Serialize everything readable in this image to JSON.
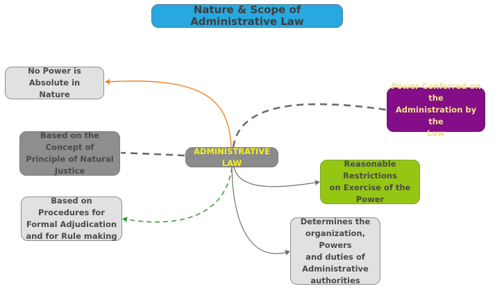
{
  "diagram": {
    "type": "mind-map",
    "title": "Nature & Scope of Administrative Law",
    "central_topic": "ADMINISTRATIVE LAW",
    "branches": [
      {
        "id": "absolute",
        "label": "No Power is Absolute in Nature",
        "lines": [
          "No Power is Absolute in",
          "Nature"
        ],
        "connector": "solid",
        "connector_color": "#f58220",
        "arrow": "to-node"
      },
      {
        "id": "natural",
        "label": "Based on the Concept of Principle of Natural Justice",
        "lines": [
          "Based on the Concept of",
          "Principle of Natural",
          "Justice"
        ],
        "connector": "dashed",
        "connector_color": "#6b6b6b",
        "arrow": "none"
      },
      {
        "id": "procedures",
        "label": "Based on Procedures for Formal Adjudication and for Rule making",
        "lines": [
          "Based on Procedures for",
          "Formal Adjudication",
          "and for Rule making"
        ],
        "connector": "dashed",
        "connector_color": "#2e9a2e",
        "arrow": "to-node"
      },
      {
        "id": "conferred",
        "label": "Power Conferred on the Administration by the Law",
        "lines": [
          "Power Conferred on the",
          "Administration by the",
          "Law"
        ],
        "connector": "dashed",
        "connector_color": "#6b6b6b",
        "arrow": "none"
      },
      {
        "id": "restrictions",
        "label": "Reasonable Restrictions on Exercise of the Power",
        "lines": [
          "Reasonable Restrictions",
          "on Exercise of the",
          "Power"
        ],
        "connector": "solid",
        "connector_color": "#6f6f6f",
        "arrow": "to-node"
      },
      {
        "id": "determines",
        "label": "Determines the organization, Powers and duties of Administrative authorities",
        "lines": [
          "Determines the",
          "organization, Powers",
          "and duties of",
          "Administrative",
          "authorities"
        ],
        "connector": "solid",
        "connector_color": "#6f6f6f",
        "arrow": "to-node"
      }
    ],
    "colors": {
      "title_fill": "#29a8e0",
      "center_fill": "#8b8b8b",
      "center_text": "#f5f01e",
      "light_node_fill": "#e1e1e1",
      "dark_gray_node_fill": "#8e8e8e",
      "purple_node_fill": "#840d88",
      "purple_node_text": "#f3e08a",
      "green_node_fill": "#96c614",
      "node_text": "#4a4a4a"
    }
  }
}
